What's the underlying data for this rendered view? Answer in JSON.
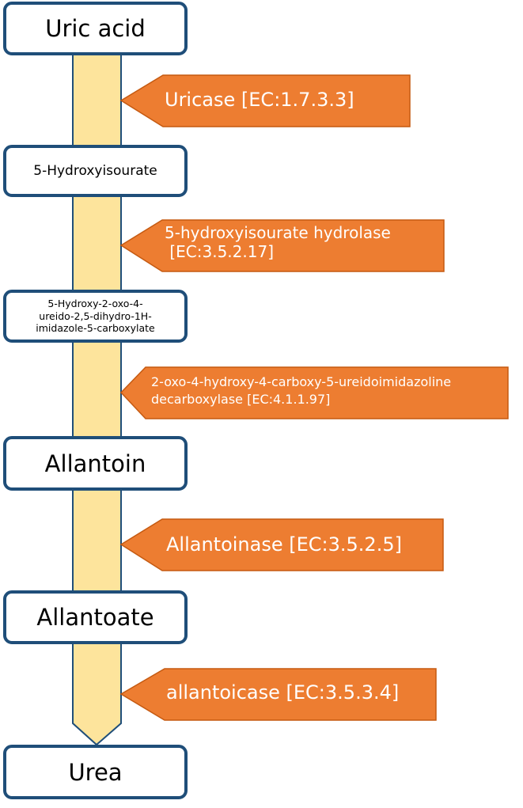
{
  "colors": {
    "node_border": "#1f4e79",
    "node_fill": "#ffffff",
    "shaft_fill": "#fde49c",
    "shaft_border": "#1f4e79",
    "enzyme_fill": "#ed7d31",
    "enzyme_border": "#c55a11",
    "enzyme_text": "#ffffff"
  },
  "compounds": [
    {
      "id": "uric-acid",
      "label": "Uric acid"
    },
    {
      "id": "5-hydroxyisourate",
      "label": "5-Hydroxyisourate"
    },
    {
      "id": "ohcu",
      "label": "5-Hydroxy-2-oxo-4-\nureido-2,5-dihydro-1H-\nimidazole-5-carboxylate"
    },
    {
      "id": "allantoin",
      "label": "Allantoin"
    },
    {
      "id": "allantoate",
      "label": "Allantoate"
    },
    {
      "id": "urea",
      "label": "Urea"
    }
  ],
  "enzymes": [
    {
      "id": "uricase",
      "label": "Uricase [EC:1.7.3.3]"
    },
    {
      "id": "hiu-hydrolase",
      "label": "5-hydroxyisourate hydrolase\n [EC:3.5.2.17]"
    },
    {
      "id": "ohcu-decarboxylase",
      "label": "2-oxo-4-hydroxy-4-carboxy-5-ureidoimidazoline\ndecarboxylase [EC:4.1.1.97]"
    },
    {
      "id": "allantoinase",
      "label": "Allantoinase [EC:3.5.2.5]"
    },
    {
      "id": "allantoicase",
      "label": "allantoicase [EC:3.5.3.4]"
    }
  ]
}
